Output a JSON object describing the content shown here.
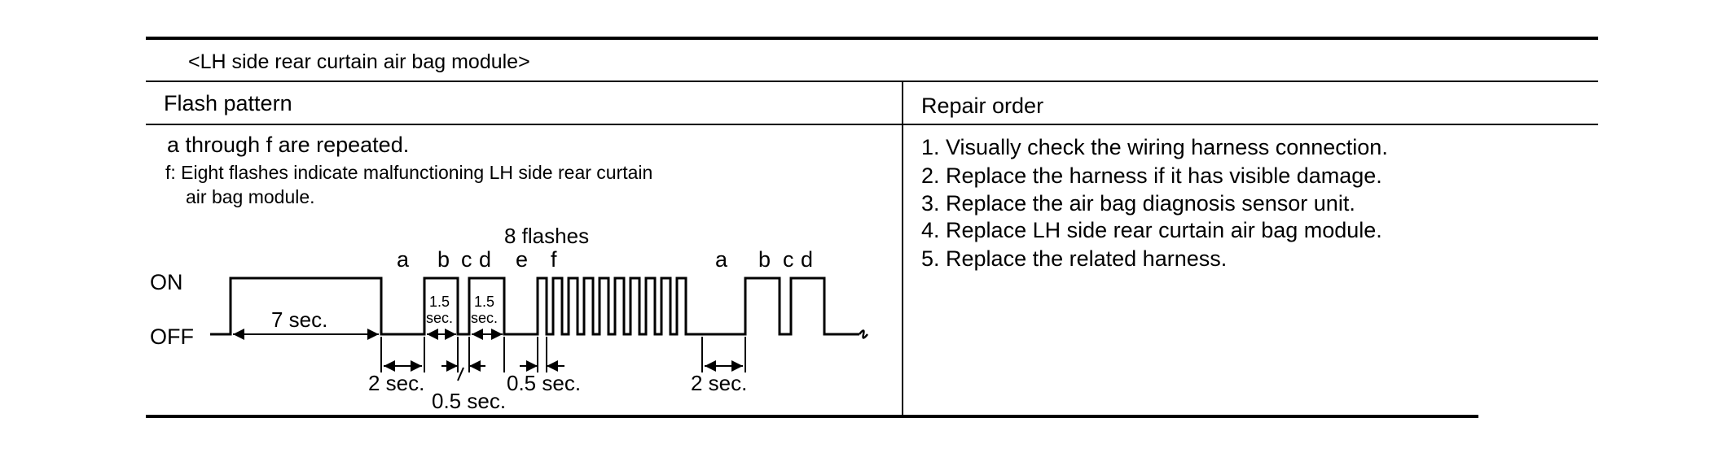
{
  "caption": "<LH side rear curtain air bag module>",
  "columns": {
    "flash_pattern": "Flash pattern",
    "repair_order": "Repair order"
  },
  "flash_notes": {
    "line1": "a through f are repeated.",
    "line2": "f: Eight flashes indicate malfunctioning  LH side rear curtain",
    "line3": "air bag module."
  },
  "diagram": {
    "label_on": "ON",
    "label_off": "OFF",
    "flashes_label": "8 flashes",
    "segment_labels": [
      "a",
      "b",
      "c",
      "d",
      "e",
      "f",
      "a",
      "b",
      "c",
      "d"
    ],
    "duration_7s": "7 sec.",
    "duration_2s_first": "2 sec.",
    "duration_05s_mid": "0.5 sec.",
    "duration_05s_low": "0.5 sec.",
    "duration_2s_second": "2 sec.",
    "pulse_15_num": "1.5",
    "pulse_15_unit": "sec."
  },
  "repair_steps": [
    "1. Visually check the wiring harness connection.",
    "2. Replace the harness if it has visible damage.",
    "3. Replace the air bag diagnosis sensor unit.",
    "4. Replace  LH side rear curtain air bag module.",
    "5. Replace the related harness."
  ]
}
